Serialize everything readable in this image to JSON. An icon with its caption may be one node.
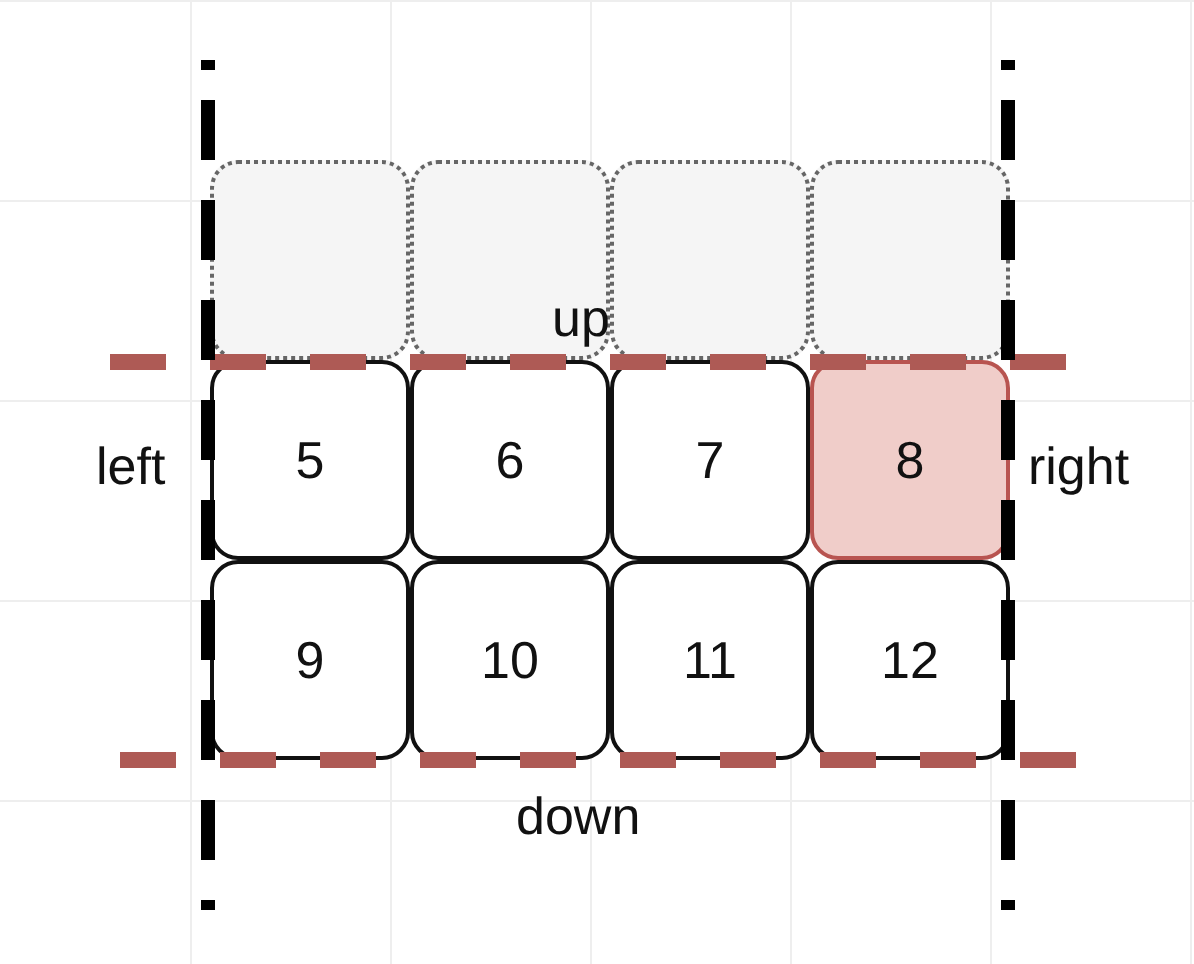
{
  "diagram": {
    "nodes": [
      {
        "text": [],
        "shape": "box"
      },
      {
        "text": [],
        "shape": "box"
      },
      {
        "text": [],
        "shape": "box"
      },
      {
        "text": [],
        "shape": "box"
      },
      {
        "text": [
          "5"
        ]
      },
      {
        "text": [
          "6"
        ]
      },
      {
        "text": [
          "7"
        ]
      },
      {
        "text": [
          "8"
        ]
      },
      {
        "text": [
          "9"
        ]
      },
      {
        "text": [
          "10"
        ]
      },
      {
        "text": [
          "11"
        ]
      },
      {
        "text": [
          "12"
        ]
      }
    ],
    "labels": [
      "up",
      "left",
      "right",
      "down"
    ]
  }
}
